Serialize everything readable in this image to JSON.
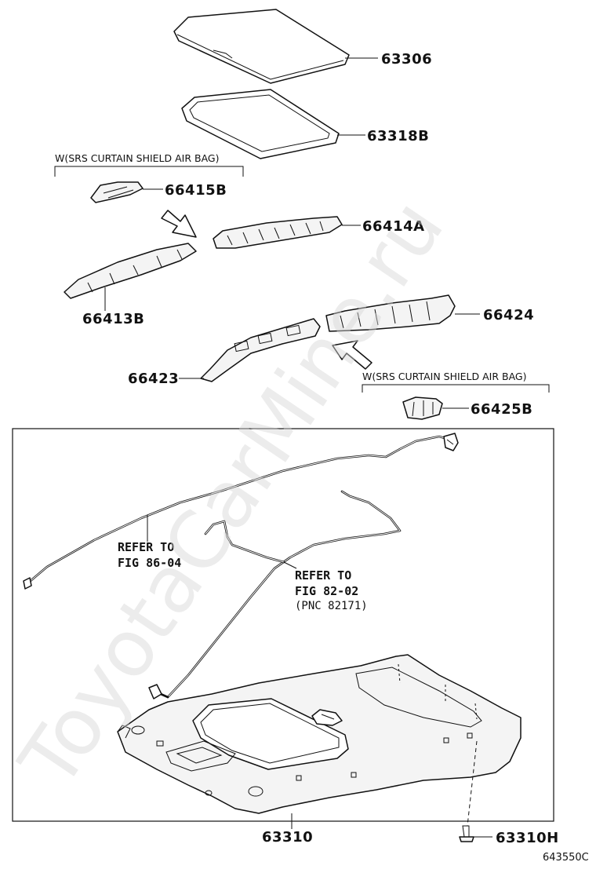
{
  "watermark": "ToyotaCarMine.ru",
  "diagram_code": "643550C",
  "condition_label": "W(SRS CURTAIN SHIELD AIR BAG)",
  "parts": {
    "p63306": "63306",
    "p63318B": "63318B",
    "p66415B": "66415B",
    "p66414A": "66414A",
    "p66413B": "66413B",
    "p66424": "66424",
    "p66423": "66423",
    "p66425B": "66425B",
    "p63310": "63310",
    "p63310H": "63310H"
  },
  "references": {
    "fig86": {
      "line1": "REFER TO",
      "line2": "FIG 86-04"
    },
    "fig82": {
      "line1": "REFER TO",
      "line2": "FIG 82-02",
      "line3": "(PNC 82171)"
    }
  }
}
